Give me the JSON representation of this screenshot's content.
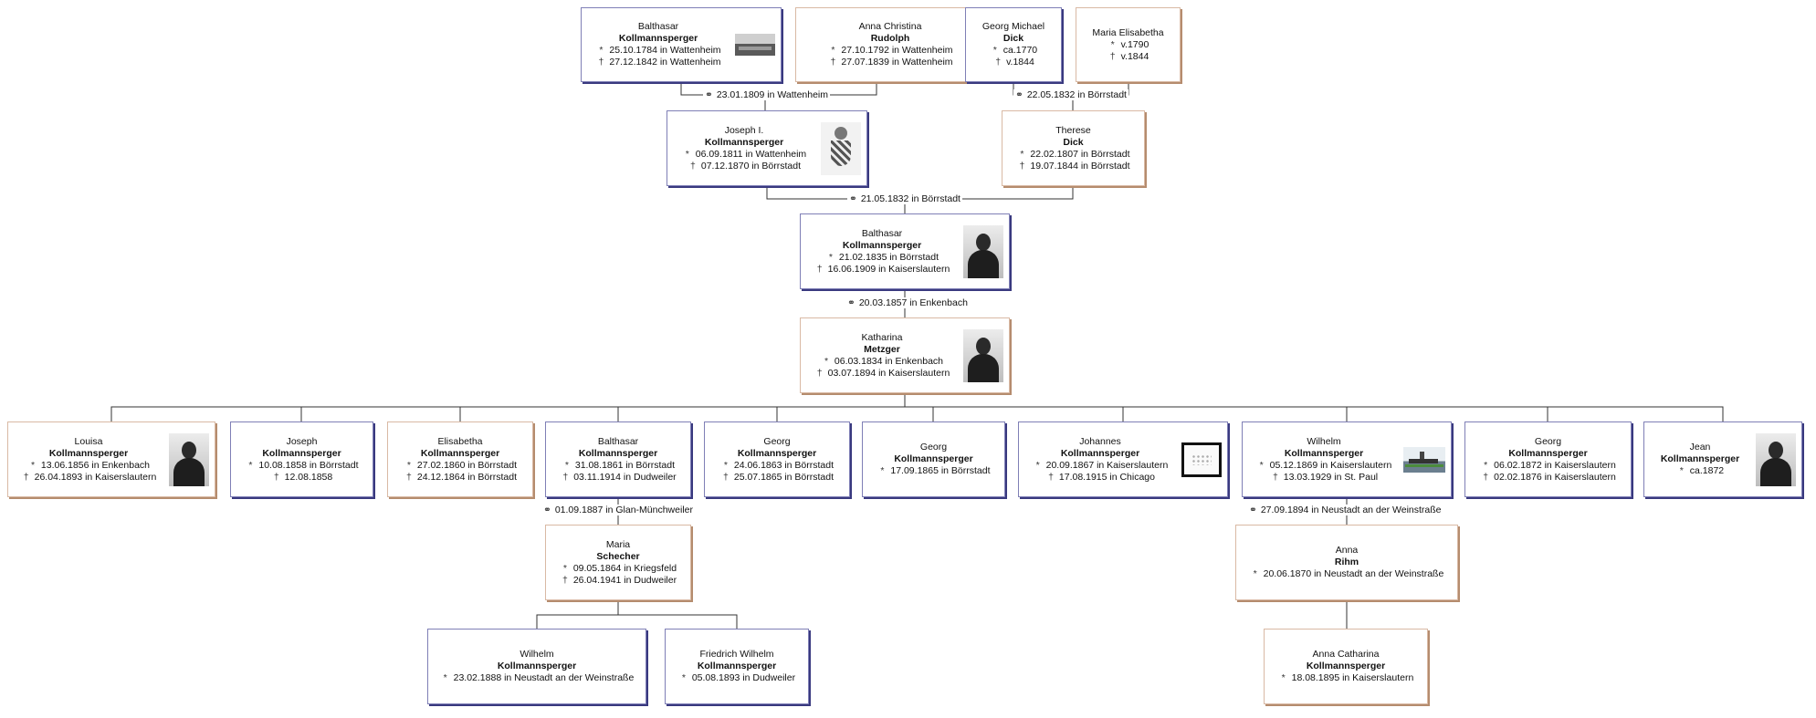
{
  "symbols": {
    "birth": "*",
    "death": "†",
    "marriage": "⚭"
  },
  "persons": {
    "p_balthasar_1784": {
      "given": "Balthasar",
      "surname": "Kollmannsperger",
      "sex": "m",
      "photo": "landscape",
      "events": [
        {
          "t": "birth",
          "text": "25.10.1784 in Wattenheim"
        },
        {
          "t": "death",
          "text": "27.12.1842 in Wattenheim"
        }
      ]
    },
    "p_anna_christina": {
      "given": "Anna Christina",
      "surname": "Rudolph",
      "sex": "f",
      "events": [
        {
          "t": "birth",
          "text": "27.10.1792 in Wattenheim"
        },
        {
          "t": "death",
          "text": "27.07.1839 in Wattenheim"
        }
      ]
    },
    "p_georg_michael": {
      "given": "Georg Michael",
      "surname": "Dick",
      "sex": "m",
      "events": [
        {
          "t": "birth",
          "text": "ca.1770"
        },
        {
          "t": "death",
          "text": "v.1844"
        }
      ]
    },
    "p_maria_elisabetha": {
      "given": "Maria Elisabetha",
      "surname": "",
      "sex": "f",
      "events": [
        {
          "t": "birth",
          "text": "v.1790"
        },
        {
          "t": "death",
          "text": "v.1844"
        }
      ]
    },
    "p_joseph_1811": {
      "given": "Joseph I.",
      "surname": "Kollmannsperger",
      "sex": "m",
      "photo": "crest",
      "events": [
        {
          "t": "birth",
          "text": "06.09.1811 in Wattenheim"
        },
        {
          "t": "death",
          "text": "07.12.1870 in Börrstadt"
        }
      ]
    },
    "p_therese": {
      "given": "Therese",
      "surname": "Dick",
      "sex": "f",
      "events": [
        {
          "t": "birth",
          "text": "22.02.1807 in Börrstadt"
        },
        {
          "t": "death",
          "text": "19.07.1844 in Börrstadt"
        }
      ]
    },
    "p_balthasar_1835": {
      "given": "Balthasar",
      "surname": "Kollmannsperger",
      "sex": "m",
      "photo": "portrait",
      "events": [
        {
          "t": "birth",
          "text": "21.02.1835 in Börrstadt"
        },
        {
          "t": "death",
          "text": "16.06.1909 in Kaiserslautern"
        }
      ]
    },
    "p_katharina": {
      "given": "Katharina",
      "surname": "Metzger",
      "sex": "f",
      "photo": "portrait",
      "events": [
        {
          "t": "birth",
          "text": "06.03.1834 in Enkenbach"
        },
        {
          "t": "death",
          "text": "03.07.1894 in Kaiserslautern"
        }
      ]
    },
    "p_louisa": {
      "given": "Louisa",
      "surname": "Kollmannsperger",
      "sex": "f",
      "photo": "portrait",
      "events": [
        {
          "t": "birth",
          "text": "13.06.1856 in Enkenbach"
        },
        {
          "t": "death",
          "text": "26.04.1893 in Kaiserslautern"
        }
      ]
    },
    "p_joseph_1858": {
      "given": "Joseph",
      "surname": "Kollmannsperger",
      "sex": "m",
      "events": [
        {
          "t": "birth",
          "text": "10.08.1858 in Börrstadt"
        },
        {
          "t": "death",
          "text": "12.08.1858"
        }
      ]
    },
    "p_elisabetha": {
      "given": "Elisabetha",
      "surname": "Kollmannsperger",
      "sex": "f",
      "events": [
        {
          "t": "birth",
          "text": "27.02.1860 in Börrstadt"
        },
        {
          "t": "death",
          "text": "24.12.1864 in Börrstadt"
        }
      ]
    },
    "p_balthasar_1861": {
      "given": "Balthasar",
      "surname": "Kollmannsperger",
      "sex": "m",
      "events": [
        {
          "t": "birth",
          "text": "31.08.1861 in Börrstadt"
        },
        {
          "t": "death",
          "text": "03.11.1914 in Dudweiler"
        }
      ]
    },
    "p_georg_1863": {
      "given": "Georg",
      "surname": "Kollmannsperger",
      "sex": "m",
      "events": [
        {
          "t": "birth",
          "text": "24.06.1863 in Börrstadt"
        },
        {
          "t": "death",
          "text": "25.07.1865 in Börrstadt"
        }
      ]
    },
    "p_georg_1865": {
      "given": "Georg",
      "surname": "Kollmannsperger",
      "sex": "m",
      "events": [
        {
          "t": "birth",
          "text": "17.09.1865 in Börrstadt"
        }
      ]
    },
    "p_johannes": {
      "given": "Johannes",
      "surname": "Kollmannsperger",
      "sex": "m",
      "photo": "doc",
      "events": [
        {
          "t": "birth",
          "text": "20.09.1867 in Kaiserslautern"
        },
        {
          "t": "death",
          "text": "17.08.1915 in Chicago"
        }
      ]
    },
    "p_wilhelm_1869": {
      "given": "Wilhelm",
      "surname": "Kollmannsperger",
      "sex": "m",
      "photo": "ship",
      "events": [
        {
          "t": "birth",
          "text": "05.12.1869 in Kaiserslautern"
        },
        {
          "t": "death",
          "text": "13.03.1929 in St. Paul"
        }
      ]
    },
    "p_georg_1872": {
      "given": "Georg",
      "surname": "Kollmannsperger",
      "sex": "m",
      "events": [
        {
          "t": "birth",
          "text": "06.02.1872 in Kaiserslautern"
        },
        {
          "t": "death",
          "text": "02.02.1876 in Kaiserslautern"
        }
      ]
    },
    "p_jean": {
      "given": "Jean",
      "surname": "Kollmannsperger",
      "sex": "m",
      "photo": "portrait",
      "events": [
        {
          "t": "birth",
          "text": "ca.1872"
        }
      ]
    },
    "p_maria_schecher": {
      "given": "Maria",
      "surname": "Schecher",
      "sex": "f",
      "events": [
        {
          "t": "birth",
          "text": "09.05.1864 in Kriegsfeld"
        },
        {
          "t": "death",
          "text": "26.04.1941 in Dudweiler"
        }
      ]
    },
    "p_anna_rihm": {
      "given": "Anna",
      "surname": "Rihm",
      "sex": "f",
      "events": [
        {
          "t": "birth",
          "text": "20.06.1870 in Neustadt an der Weinstraße"
        }
      ]
    },
    "p_wilhelm_1888": {
      "given": "Wilhelm",
      "surname": "Kollmannsperger",
      "sex": "m",
      "events": [
        {
          "t": "birth",
          "text": "23.02.1888 in Neustadt an der Weinstraße"
        }
      ]
    },
    "p_friedrich_wilhelm": {
      "given": "Friedrich Wilhelm",
      "surname": "Kollmannsperger",
      "sex": "m",
      "events": [
        {
          "t": "birth",
          "text": "05.08.1893 in Dudweiler"
        }
      ]
    },
    "p_anna_catharina": {
      "given": "Anna Catharina",
      "surname": "Kollmannsperger",
      "sex": "f",
      "events": [
        {
          "t": "birth",
          "text": "18.08.1895 in Kaiserslautern"
        }
      ]
    }
  },
  "marriages": {
    "m1": "23.01.1809 in Wattenheim",
    "m2": "22.05.1832 in Börrstadt",
    "m3": "21.05.1832 in Börrstadt",
    "m4": "20.03.1857 in Enkenbach",
    "m5": "01.09.1887 in Glan-Münchweiler",
    "m6": "27.09.1894 in Neustadt an der Weinstraße"
  }
}
